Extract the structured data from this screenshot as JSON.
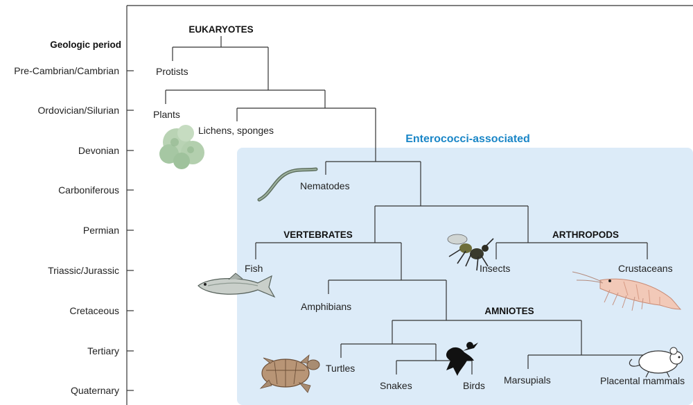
{
  "axis": {
    "header": "Geologic period",
    "periods": [
      "Pre-Cambrian/Cambrian",
      "Ordovician/Silurian",
      "Devonian",
      "Carboniferous",
      "Permian",
      "Triassic/Jurassic",
      "Cretaceous",
      "Tertiary",
      "Quaternary"
    ]
  },
  "region_label": "Enterococci-associated",
  "region_color": "#dcebf8",
  "accent_color": "#1a86c7",
  "clades": {
    "eukaryotes": "EUKARYOTES",
    "vertebrates": "VERTEBRATES",
    "arthropods": "ARTHROPODS",
    "amniotes": "AMNIOTES"
  },
  "taxa": {
    "protists": "Protists",
    "plants": "Plants",
    "lichens": "Lichens, sponges",
    "nematodes": "Nematodes",
    "fish": "Fish",
    "insects": "Insects",
    "crustaceans": "Crustaceans",
    "amphibians": "Amphibians",
    "turtles": "Turtles",
    "snakes": "Snakes",
    "birds": "Birds",
    "marsupials": "Marsupials",
    "placental": "Placental mammals"
  },
  "icons": [
    "lichen-sponge-icon",
    "nematode-icon",
    "fish-icon",
    "insect-icon",
    "shrimp-icon",
    "turtle-icon",
    "bird-icon",
    "mouse-icon"
  ]
}
